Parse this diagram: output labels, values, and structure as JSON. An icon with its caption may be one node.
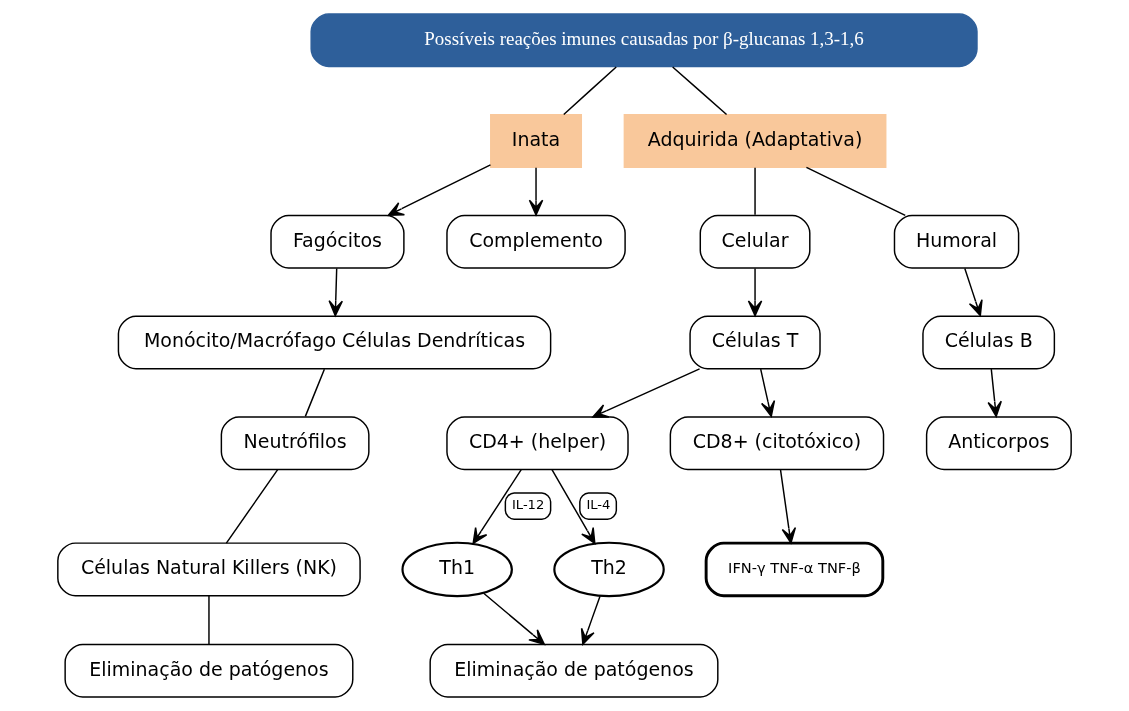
{
  "diagram": {
    "nodes": [
      {
        "text": [
          "Possíveis reações imunes causadas por β-glucanas 1,3-1,6"
        ]
      },
      {
        "text": [
          "Inata"
        ]
      },
      {
        "text": [
          "Adquirida (Adaptativa)"
        ]
      },
      {
        "text": [
          "Fagócitos"
        ]
      },
      {
        "text": [
          "Complemento"
        ]
      },
      {
        "text": [
          "Monócito/Macrófago Células Dendríticas"
        ]
      },
      {
        "text": [
          "Neutrófilos"
        ]
      },
      {
        "text": [
          "Células Natural Killers (NK)"
        ]
      },
      {
        "text": [
          "Eliminação de patógenos"
        ]
      },
      {
        "text": [
          "Celular"
        ]
      },
      {
        "text": [
          "Humoral"
        ]
      },
      {
        "text": [
          "Células T"
        ]
      },
      {
        "text": [
          "Células B"
        ]
      },
      {
        "text": [
          "CD4+ (helper)"
        ]
      },
      {
        "text": [
          "CD8+ (citotóxico)"
        ]
      },
      {
        "text": [
          "IFN-γ TNF-α TNF-β"
        ]
      },
      {
        "text": [
          "Th1"
        ]
      },
      {
        "text": [
          "Th2"
        ]
      },
      {
        "text": [
          "Anticorpos"
        ]
      },
      {
        "text": [
          "Eliminação de patógenos"
        ]
      }
    ],
    "edges": [
      {
        "from": 0,
        "to": 1,
        "arrow": "none"
      },
      {
        "from": 0,
        "to": 2,
        "arrow": "none"
      },
      {
        "from": 1,
        "to": 3,
        "arrow": "to"
      },
      {
        "from": 1,
        "to": 4,
        "arrow": "to"
      },
      {
        "from": 3,
        "to": 5,
        "arrow": "to"
      },
      {
        "from": 5,
        "to": 6,
        "arrow": "none"
      },
      {
        "from": 6,
        "to": 7,
        "arrow": "none"
      },
      {
        "from": 7,
        "to": 8,
        "arrow": "none"
      },
      {
        "from": 2,
        "to": 9,
        "arrow": "none"
      },
      {
        "from": 2,
        "to": 10,
        "arrow": "none"
      },
      {
        "from": 9,
        "to": 11,
        "arrow": "to"
      },
      {
        "from": 10,
        "to": 12,
        "arrow": "to"
      },
      {
        "from": 11,
        "to": 13,
        "arrow": "to"
      },
      {
        "from": 11,
        "to": 14,
        "arrow": "to"
      },
      {
        "from": 13,
        "to": 16,
        "arrow": "to",
        "label": "IL-12"
      },
      {
        "from": 13,
        "to": 17,
        "arrow": "to",
        "label": "IL-4"
      },
      {
        "from": 14,
        "to": 15,
        "arrow": "to"
      },
      {
        "from": 12,
        "to": 18,
        "arrow": "to"
      },
      {
        "from": 16,
        "to": 19,
        "arrow": "to"
      },
      {
        "from": 17,
        "to": 19,
        "arrow": "to"
      }
    ]
  }
}
